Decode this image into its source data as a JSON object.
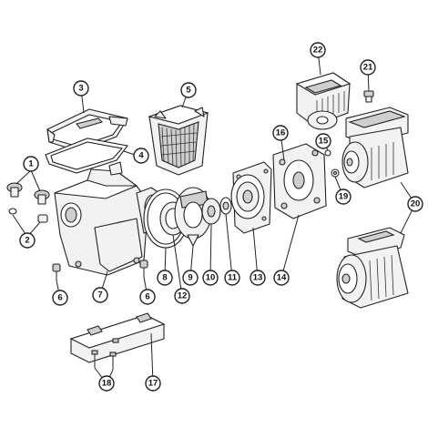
{
  "diagram": {
    "callouts": [
      {
        "id": "c1",
        "label": "1"
      },
      {
        "id": "c2",
        "label": "2"
      },
      {
        "id": "c3",
        "label": "3"
      },
      {
        "id": "c4",
        "label": "4"
      },
      {
        "id": "c5",
        "label": "5"
      },
      {
        "id": "c6a",
        "label": "6"
      },
      {
        "id": "c6b",
        "label": "6"
      },
      {
        "id": "c7",
        "label": "7"
      },
      {
        "id": "c8",
        "label": "8"
      },
      {
        "id": "c9",
        "label": "9"
      },
      {
        "id": "c10",
        "label": "10"
      },
      {
        "id": "c11",
        "label": "11"
      },
      {
        "id": "c12",
        "label": "12"
      },
      {
        "id": "c13",
        "label": "13"
      },
      {
        "id": "c14",
        "label": "14"
      },
      {
        "id": "c15",
        "label": "15"
      },
      {
        "id": "c16",
        "label": "16"
      },
      {
        "id": "c17",
        "label": "17"
      },
      {
        "id": "c18",
        "label": "18"
      },
      {
        "id": "c19",
        "label": "19"
      },
      {
        "id": "c20",
        "label": "20"
      },
      {
        "id": "c21",
        "label": "21"
      },
      {
        "id": "c22",
        "label": "22"
      }
    ]
  }
}
